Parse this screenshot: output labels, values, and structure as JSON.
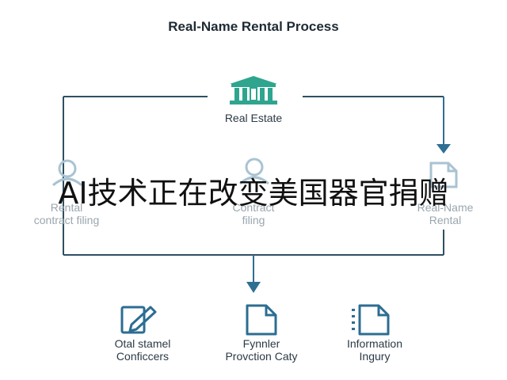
{
  "title": "Real-Name Rental Process",
  "top_node": {
    "label": "Real Estate",
    "icon": "bank-building-icon"
  },
  "middle_nodes": [
    {
      "label": "Rental\ncontract filing",
      "icon": "user-icon"
    },
    {
      "label": "Contract\nfiling",
      "icon": "user-icon"
    },
    {
      "label": "Real-Name\nRental",
      "icon": "document-icon"
    }
  ],
  "bottom_nodes": [
    {
      "label": "Otal stamel\nConficcers",
      "icon": "edit-document-icon"
    },
    {
      "label": "Fynnler\nProvction Caty",
      "icon": "document-icon"
    },
    {
      "label": "Information\nIngury",
      "icon": "list-document-icon"
    }
  ],
  "overlay_text": "AI技术正在改变美国器官捐赠",
  "colors": {
    "line": "#2f4f63",
    "teal": "#2fa58f",
    "icon_blue": "#2c6d92"
  }
}
